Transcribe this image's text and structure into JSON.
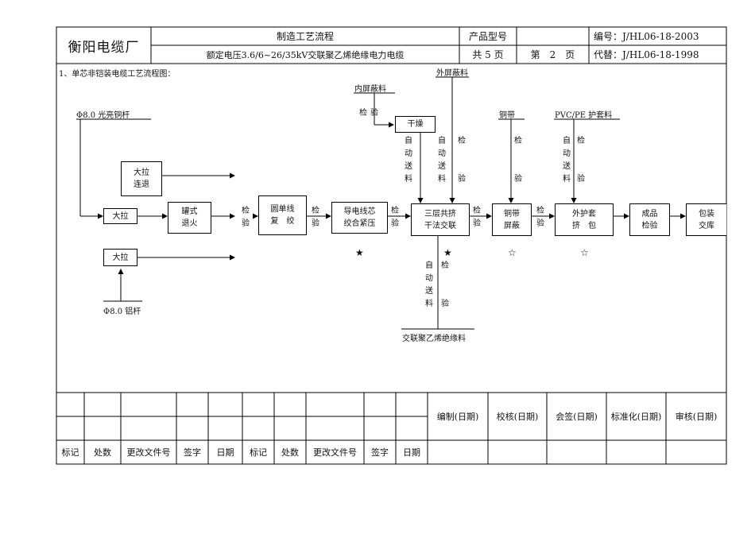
{
  "header": {
    "company": "衡阳电缆厂",
    "process_title": "制造工艺流程",
    "product_desc": "额定电压3.6/6~26/35kV交联聚乙烯绝缘电力电缆",
    "model_label": "产品型号",
    "model_value": "",
    "total_pages": "共 5 页",
    "page_no": "第　2　页",
    "doc_no": "编号：J/HL06-18-2003",
    "replaces": "代替：J/HL06-18-1998"
  },
  "diagram": {
    "section_title": "1、单芯非铠装电缆工艺流程图：",
    "inputs": {
      "copper_rod": "Φ8.0 光亮铜杆",
      "aluminum_rod": "Φ8.0 铝杆",
      "inner_screen": "内屏蔽料",
      "outer_screen": "外屏蔽料",
      "copper_tape": "铜带",
      "sheath": "PVC/PE 护套料",
      "xlpe": "交联聚乙烯绝缘料"
    },
    "boxes": {
      "big_draw_cont_1": "大拉",
      "big_draw_cont_2": "连退",
      "big_draw_cu": "大拉",
      "big_draw_al": "大拉",
      "anneal_1": "罐式",
      "anneal_2": "退火",
      "strand_1": "圆单线",
      "strand_2": "复　绞",
      "conductor_1": "导电线芯",
      "conductor_2": "绞合紧压",
      "dry": "干燥",
      "extrude_1": "三层共挤",
      "extrude_2": "干法交联",
      "cu_screen_1": "铜带",
      "cu_screen_2": "屏蔽",
      "sheath_1": "外护套",
      "sheath_2": "挤　包",
      "final_1": "成品",
      "final_2": "检验",
      "pack_1": "包装",
      "pack_2": "交库"
    },
    "inspect": "检验",
    "inspect_1": "检",
    "inspect_2": "验",
    "auto_feed": [
      "自",
      "动",
      "送",
      "料"
    ],
    "key_mark": "★",
    "normal_mark": "☆"
  },
  "footer": {
    "col_labels": [
      "标记",
      "处数",
      "更改文件号",
      "签字",
      "日期",
      "标记",
      "处数",
      "更改文件号",
      "签字",
      "日期"
    ],
    "sign_labels": [
      "编制(日期)",
      "校核(日期)",
      "会签(日期)",
      "标准化(日期)",
      "审核(日期)"
    ]
  }
}
